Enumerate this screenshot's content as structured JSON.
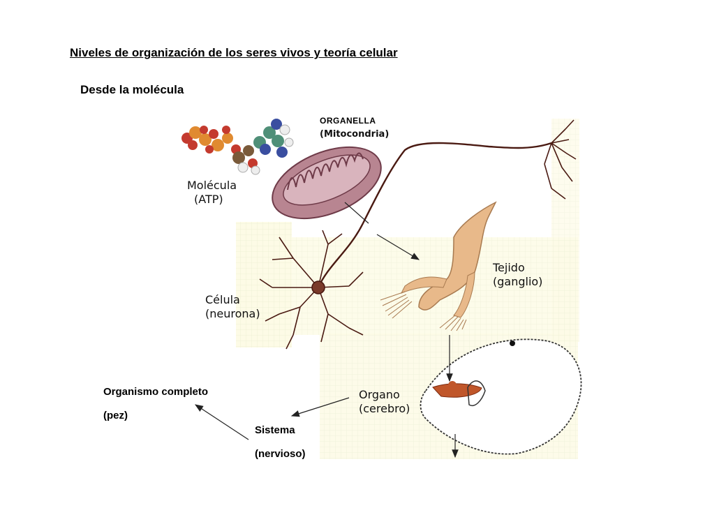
{
  "title": "Niveles de organización de los seres vivos y teoría celular",
  "subtitle": "Desde la molécula",
  "levels": {
    "molecule": {
      "line1": "Molécula",
      "line2": "(ATP)"
    },
    "organelle": {
      "line1": "ORGANELLA",
      "line2": "(Mitocondria)"
    },
    "cell": {
      "line1": "Célula",
      "line2": "(neurona)"
    },
    "tissue": {
      "line1": "Tejido",
      "line2": "(ganglio)"
    },
    "organ": {
      "line1": "Organo",
      "line2": "(cerebro)"
    },
    "system": {
      "line1": "Sistema",
      "line2": "(nervioso)"
    },
    "organism": {
      "line1": "Organismo completo",
      "line2": "(pez)"
    }
  },
  "colors": {
    "background_texture": "#fbf8d8",
    "grid_tint": "#eef0d6",
    "mitochondria": "#b88591",
    "mitochondria_dark": "#6e3a48",
    "neuron": "#4a1a12",
    "tissue": "#e8b98a",
    "tissue_dark": "#a87a50",
    "fish_outline": "#333333",
    "brain": "#c0562a",
    "atom_red": "#c43a2e",
    "atom_green": "#4f8f78",
    "atom_blue": "#3a4ea0",
    "atom_orange": "#e08a30"
  }
}
